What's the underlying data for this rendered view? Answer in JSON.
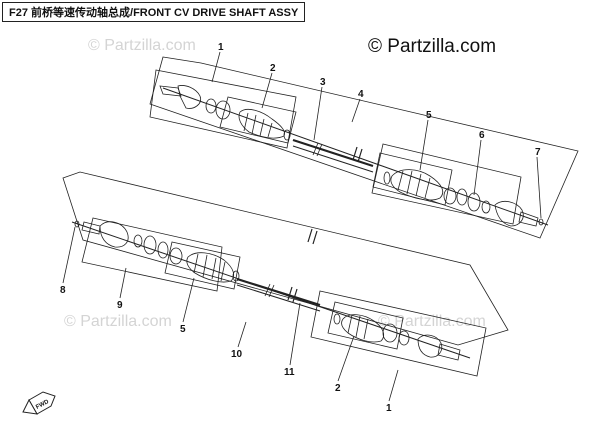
{
  "header": {
    "title": "F27 前桥等速传动轴总成/FRONT CV DRIVE SHAFT ASSY"
  },
  "copyright": "© Partzilla.com",
  "watermarks": [
    "© Partzilla.com",
    "© Partzilla.com",
    "© Partzilla.com"
  ],
  "callouts": [
    "1",
    "2",
    "3",
    "4",
    "5",
    "6",
    "7",
    "8",
    "9",
    "5",
    "10",
    "11",
    "2",
    "1"
  ],
  "fwd_label": "FWD",
  "colors": {
    "line": "#222222",
    "watermark": "#d4d4d4",
    "background": "#ffffff"
  }
}
